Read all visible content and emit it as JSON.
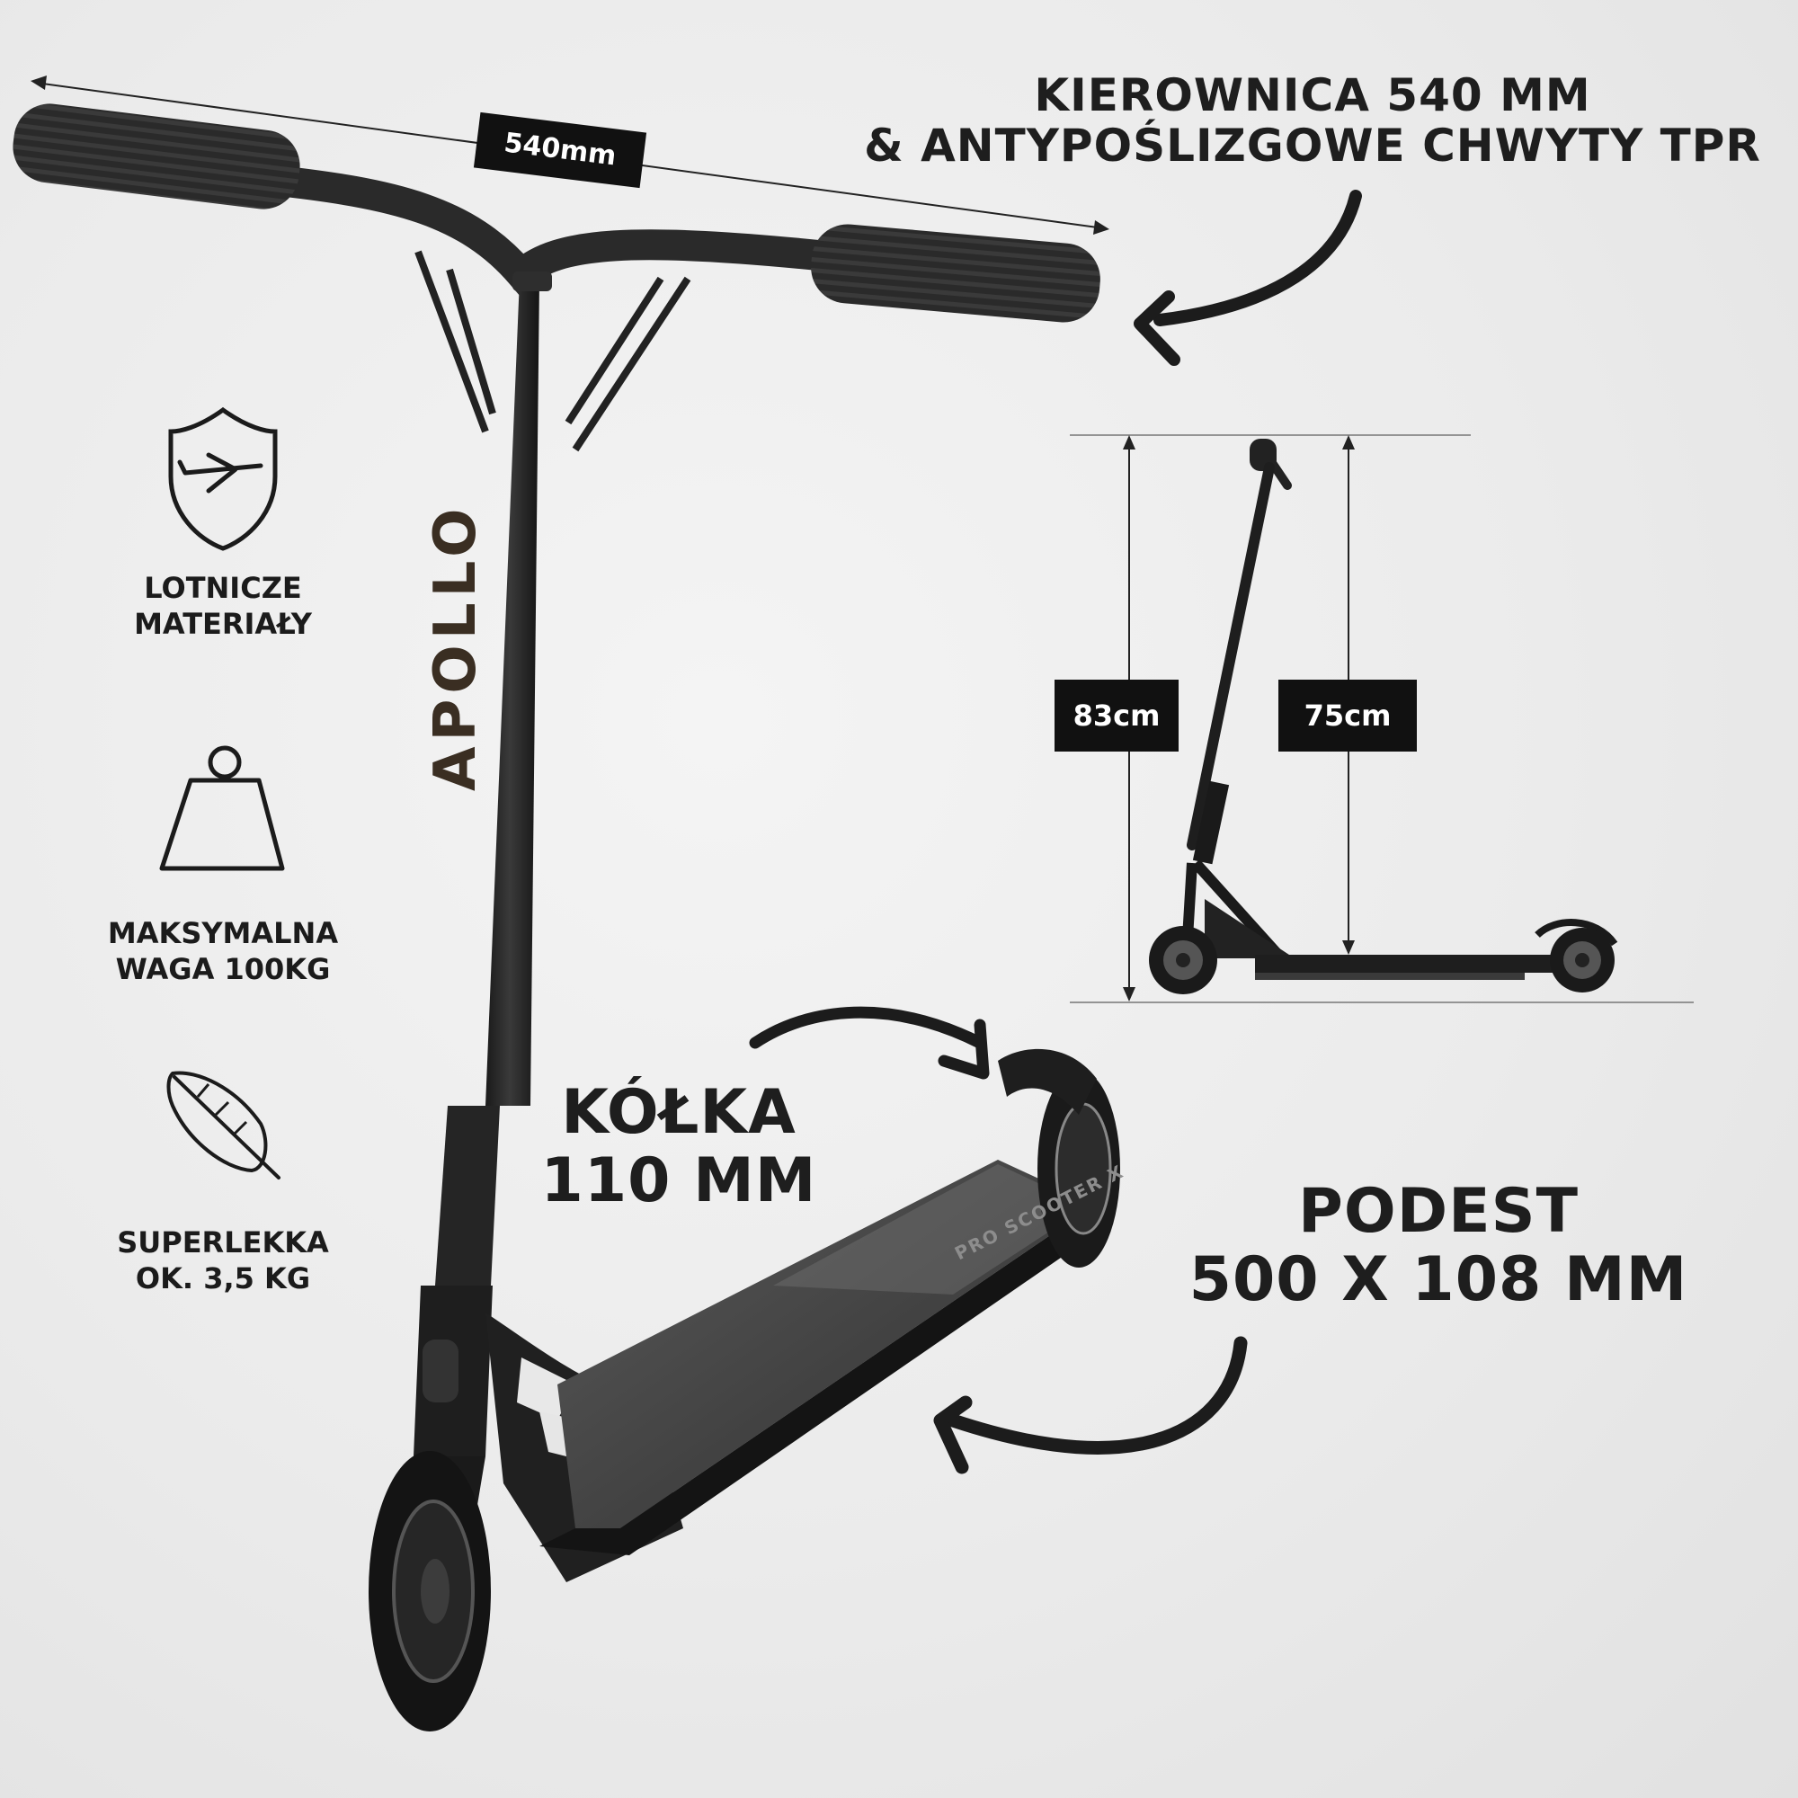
{
  "handlebar": {
    "title_line1": "KIEROWNICA 540 MM",
    "title_line2": "& ANTYPOŚLIZGOWE CHWYTY TPR",
    "width_tag": "540mm"
  },
  "side_view": {
    "total_height_tag": "83cm",
    "deck_height_tag": "75cm"
  },
  "features": [
    {
      "icon": "shield-plane-icon",
      "label_line1": "LOTNICZE",
      "label_line2": "MATERIAŁY"
    },
    {
      "icon": "weight-icon",
      "label_line1": "MAKSYMALNA",
      "label_line2": "WAGA 100KG"
    },
    {
      "icon": "feather-icon",
      "label_line1": "SUPERLEKKA",
      "label_line2": "OK. 3,5 KG"
    }
  ],
  "wheels": {
    "line1": "KÓŁKA",
    "line2": "110 MM"
  },
  "deck": {
    "line1": "PODEST",
    "line2": "500 X 108 MM"
  },
  "scooter_text": {
    "brand": "APOLLO",
    "deck_model": "PRO SCOOTER X"
  },
  "colors": {
    "ink": "#1b1b1b",
    "tag_bg": "#111111",
    "background": "#ececec"
  }
}
